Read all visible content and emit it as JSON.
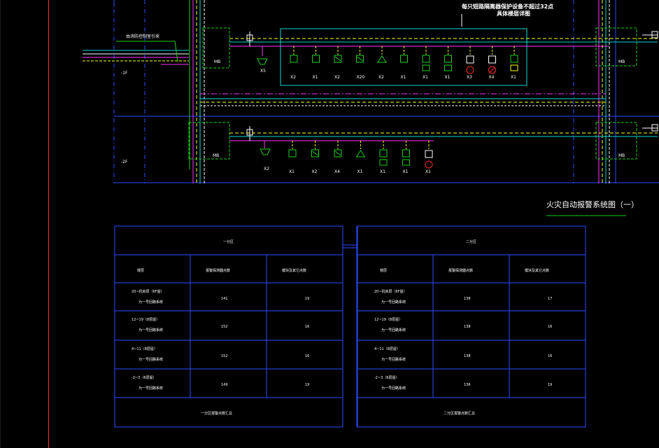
{
  "viewport": {
    "background": "#000000",
    "accent_border": "#ff0000"
  },
  "colors": {
    "cad_blue": "#2a4cff",
    "cad_green": "#19d119",
    "cad_yellow": "#ffff00",
    "cad_magenta": "#ff33ff",
    "cad_cyan": "#00d9d9",
    "cad_white": "#ffffff",
    "cad_red": "#ff2a2a"
  },
  "annotations": {
    "note_line1": "每只短路隔离器保护设备不超过32点",
    "note_line2": "具体楼层详图",
    "lead_in": "由消防控制室引来"
  },
  "floors": {
    "f1": "-1F",
    "f2": "-2F"
  },
  "module_labels": {
    "mb": "MB"
  },
  "devices_upper": {
    "xs_label": "X5",
    "items": [
      {
        "icon": "smoke-detector-icon",
        "label": "X2"
      },
      {
        "icon": "manual-alarm-icon",
        "label": "X1"
      },
      {
        "icon": "heat-detector-icon",
        "label": "X2"
      },
      {
        "icon": "combined-detector-icon",
        "label": "X20"
      },
      {
        "icon": "sounder-icon",
        "label": "X2"
      },
      {
        "icon": "hydrant-button-icon",
        "label": "X1"
      },
      {
        "icon": "input-module-icon",
        "label": "X1"
      },
      {
        "icon": "io-module-icon",
        "label": "X1"
      },
      {
        "icon": "motor-module-icon",
        "label": "X3"
      },
      {
        "icon": "fan-module-icon",
        "label": "X4"
      },
      {
        "icon": "valve-module-icon",
        "label": "X1"
      }
    ]
  },
  "devices_lower": {
    "xs_label": "X2",
    "items": [
      {
        "icon": "smoke-detector-icon",
        "label": "X1"
      },
      {
        "icon": "heat-detector-icon",
        "label": "X2"
      },
      {
        "icon": "combined-detector-icon",
        "label": "X4"
      },
      {
        "icon": "sounder-icon",
        "label": "X1"
      },
      {
        "icon": "input-module-icon",
        "label": "X1"
      },
      {
        "icon": "io-module-icon",
        "label": "X1"
      },
      {
        "icon": "motor-module-icon",
        "label": "X1"
      }
    ]
  },
  "title": {
    "text": "火灾自动报警系统图（一）"
  },
  "table_left": {
    "header": "一分区",
    "columns": [
      "楼层",
      "报警探测器点数",
      "模块及其它点数"
    ],
    "rows": [
      {
        "floor": "20~机房层（6F屋）",
        "loop": "为一号回路系统",
        "detectors": "141",
        "modules": "19"
      },
      {
        "floor": "12~19（8层屋）",
        "loop": "为一号回路系统",
        "detectors": "152",
        "modules": "16"
      },
      {
        "floor": "4~11（8层屋）",
        "loop": "为一号回路系统",
        "detectors": "152",
        "modules": "16"
      },
      {
        "floor": "-2~3（6层屋）",
        "loop": "为一号回路系统",
        "detectors": "149",
        "modules": "19"
      }
    ],
    "footer": "一分区报警点数汇总"
  },
  "table_right": {
    "header": "二分区",
    "columns": [
      "楼层",
      "报警探测器点数",
      "模块及其它点数"
    ],
    "rows": [
      {
        "floor": "20~机房层（6F屋）",
        "loop": "为一号回路系统",
        "detectors": "138",
        "modules": "17"
      },
      {
        "floor": "12~19（8层屋）",
        "loop": "为一号回路系统",
        "detectors": "138",
        "modules": "16"
      },
      {
        "floor": "4~11（8层屋）",
        "loop": "为一号回路系统",
        "detectors": "138",
        "modules": "16"
      },
      {
        "floor": "-2~3（6层屋）",
        "loop": "为一号回路系统",
        "detectors": "136",
        "modules": "19"
      }
    ],
    "footer": "二分区报警点数汇总"
  }
}
